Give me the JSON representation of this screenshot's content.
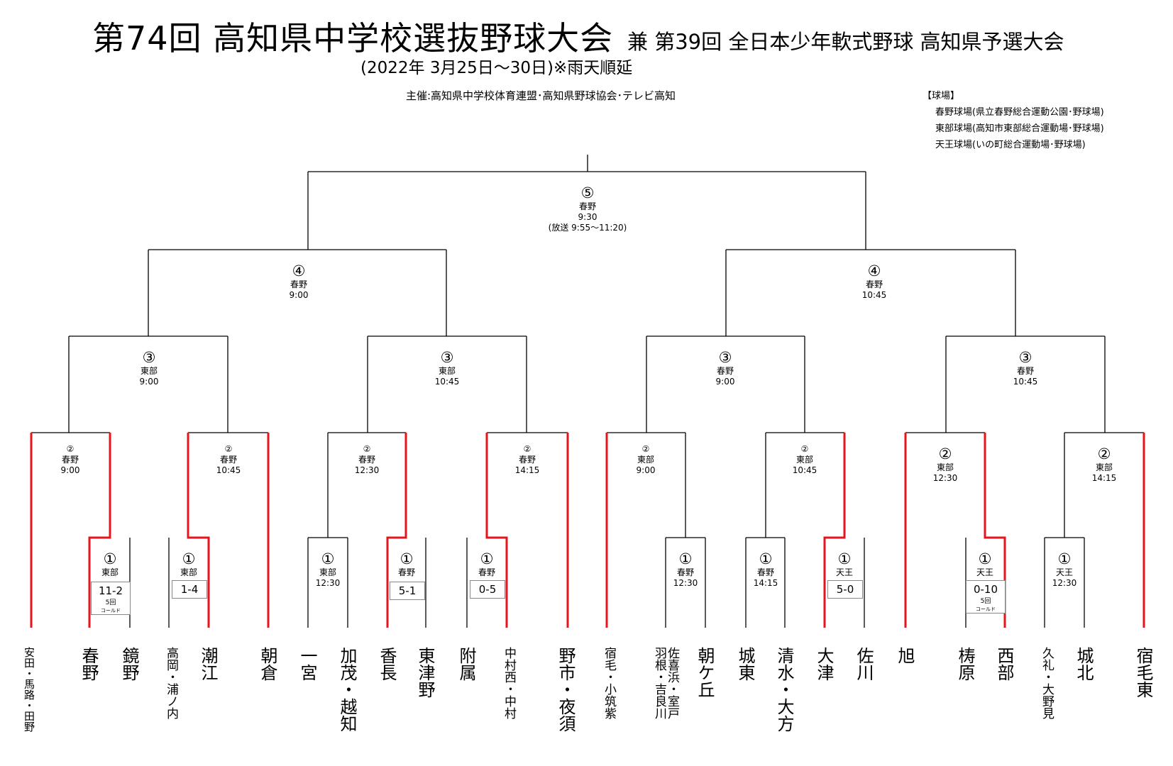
{
  "header": {
    "title": "第74回 高知県中学校選抜野球大会",
    "subtitle": "兼 第39回 全日本少年軟式野球 高知県予選大会",
    "dates": "(2022年 3月25日～30日)※雨天順延",
    "organizer": "主催:高知県中学校体育連盟･高知県野球協会･テレビ高知"
  },
  "venues": {
    "heading": "【球場】",
    "items": [
      "春野球場(県立春野総合運動公園･野球場)",
      "東部球場(高知市東部総合運動場･野球場)",
      "天王球場(いの町総合運動場･野球場)"
    ]
  },
  "colors": {
    "winner_path": "#e8141b",
    "line": "#000000",
    "score_border": "#888888"
  },
  "teams": [
    "安田・馬路・田野",
    "春野",
    "鏡野",
    "高岡・浦ノ内",
    "潮江",
    "朝倉",
    "一宮",
    "加茂・越知",
    "香長",
    "東津野",
    "附属",
    "中村西・中村",
    "野市・夜須",
    "宿毛・小筑紫",
    "佐喜浜・室戸",
    "羽根・吉良川",
    "朝ケ丘",
    "城東",
    "清水・大方",
    "大津",
    "佐川",
    "旭",
    "梼原",
    "西部",
    "久礼・大野見",
    "城北",
    "宿毛東"
  ],
  "matches": {
    "r1_1": {
      "round": "①",
      "venue": "東部",
      "score": "11-2",
      "note": "5回",
      "note2": "コールド"
    },
    "r1_2": {
      "round": "①",
      "venue": "東部",
      "score": "1-4"
    },
    "r1_3": {
      "round": "①",
      "venue": "東部",
      "time": "12:30"
    },
    "r1_4": {
      "round": "①",
      "venue": "春野",
      "score": "5-1"
    },
    "r1_5": {
      "round": "①",
      "venue": "春野",
      "score": "0-5"
    },
    "r1_6": {
      "round": "①",
      "venue": "春野",
      "time": "12:30"
    },
    "r1_7": {
      "round": "①",
      "venue": "春野",
      "time": "14:15"
    },
    "r1_8": {
      "round": "①",
      "venue": "天王",
      "score": "5-0"
    },
    "r1_9": {
      "round": "①",
      "venue": "天王",
      "score": "0-10",
      "note": "5回",
      "note2": "コールド"
    },
    "r1_10": {
      "round": "①",
      "venue": "天王",
      "time": "12:30"
    },
    "r2_1": {
      "round": "②",
      "venue": "春野",
      "time": "9:00"
    },
    "r2_2": {
      "round": "②",
      "venue": "春野",
      "time": "10:45"
    },
    "r2_3": {
      "round": "②",
      "venue": "春野",
      "time": "12:30"
    },
    "r2_4": {
      "round": "②",
      "venue": "春野",
      "time": "14:15"
    },
    "r2_5": {
      "round": "②",
      "venue": "東部",
      "time": "9:00"
    },
    "r2_6": {
      "round": "②",
      "venue": "東部",
      "time": "10:45"
    },
    "r2_7": {
      "round": "②",
      "venue": "東部",
      "time": "12:30"
    },
    "r2_8": {
      "round": "②",
      "venue": "東部",
      "time": "14:15"
    },
    "r3_1": {
      "round": "③",
      "venue": "東部",
      "time": "9:00"
    },
    "r3_2": {
      "round": "③",
      "venue": "東部",
      "time": "10:45"
    },
    "r3_3": {
      "round": "③",
      "venue": "春野",
      "time": "9:00"
    },
    "r3_4": {
      "round": "③",
      "venue": "春野",
      "time": "10:45"
    },
    "sf_1": {
      "round": "④",
      "venue": "春野",
      "time": "9:00"
    },
    "sf_2": {
      "round": "④",
      "venue": "春野",
      "time": "10:45"
    },
    "final": {
      "round": "⑤",
      "venue": "春野",
      "time": "9:30",
      "broadcast": "(放送 9:55～11:20)"
    }
  }
}
